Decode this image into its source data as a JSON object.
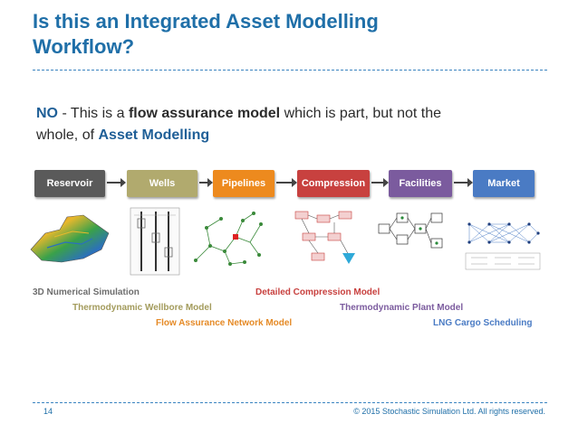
{
  "slide": {
    "title_line1": "Is this an Integrated Asset Modelling",
    "title_line2": "Workflow?",
    "subtitle": {
      "no": "NO",
      "part1": " - This is a ",
      "strong1": "flow assurance model",
      "part2": " which is part, but not the",
      "part3": "whole, of ",
      "strong2": "Asset Modelling"
    }
  },
  "stages": [
    {
      "label": "Reservoir",
      "color": "#5a5a5a"
    },
    {
      "label": "Wells",
      "color": "#b1aa6e"
    },
    {
      "label": "Pipelines",
      "color": "#ed8a1e"
    },
    {
      "label": "Compression",
      "color": "#c8413f"
    },
    {
      "label": "Facilities",
      "color": "#7b5b9e"
    },
    {
      "label": "Market",
      "color": "#4a7bc4"
    }
  ],
  "models": [
    {
      "label": "3D Numerical Simulation",
      "color": "#6e6e6e"
    },
    {
      "label": "Thermodynamic Wellbore Model",
      "color": "#a39b5c"
    },
    {
      "label": "Flow Assurance Network Model",
      "color": "#e58a26"
    },
    {
      "label": "Detailed Compression Model",
      "color": "#c8413f"
    },
    {
      "label": "Thermodynamic Plant Model",
      "color": "#7b5b9e"
    },
    {
      "label": "LNG Cargo Scheduling",
      "color": "#4a7bc4"
    }
  ],
  "footer": {
    "page": "14",
    "copyright": "© 2015 Stochastic Simulation Ltd. All rights reserved."
  }
}
